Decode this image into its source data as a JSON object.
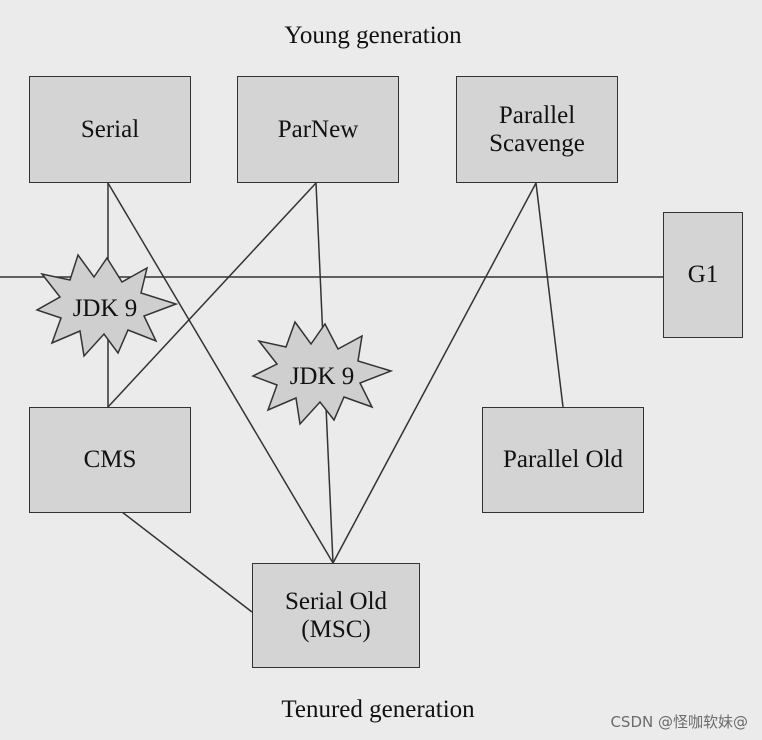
{
  "title_young": "Young generation",
  "title_tenured": "Tenured generation",
  "collectors": {
    "serial": "Serial",
    "parnew": "ParNew",
    "parallel_scavenge_line1": "Parallel",
    "parallel_scavenge_line2": "Scavenge",
    "g1": "G1",
    "cms": "CMS",
    "parallel_old": "Parallel Old",
    "serial_old_line1": "Serial Old",
    "serial_old_line2": "(MSC)"
  },
  "badges": {
    "jdk9_left": "JDK 9",
    "jdk9_center": "JDK 9"
  },
  "watermark": "CSDN @怪咖软妹@"
}
